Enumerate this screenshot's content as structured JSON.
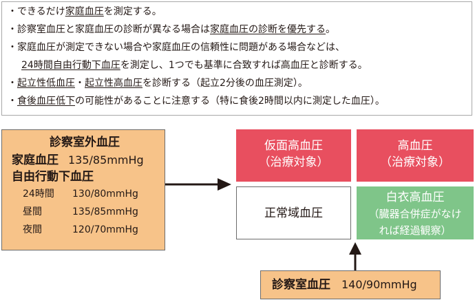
{
  "notes": [
    {
      "bullet": "・",
      "segments": [
        {
          "t": "できるだけ",
          "u": false
        },
        {
          "t": "家庭血圧",
          "u": true
        },
        {
          "t": "を測定する。",
          "u": false
        }
      ]
    },
    {
      "bullet": "・",
      "segments": [
        {
          "t": "診察室血圧と家庭血圧の診断が異なる場合は",
          "u": false
        },
        {
          "t": "家庭血圧の診断を優先する",
          "u": true
        },
        {
          "t": "。",
          "u": false
        }
      ]
    },
    {
      "bullet": "・",
      "segments": [
        {
          "t": "家庭血圧が測定できない場合や家庭血圧の信頼性に問題がある場合などは、",
          "u": false
        }
      ]
    },
    {
      "bullet": "",
      "segments": [
        {
          "t": "24時間自由行動下血圧",
          "u": true
        },
        {
          "t": "を測定し、1つでも基準に合致すれば高血圧と診断する。",
          "u": false
        }
      ]
    },
    {
      "bullet": "・",
      "segments": [
        {
          "t": "起立性低血圧",
          "u": true
        },
        {
          "t": "・",
          "u": false
        },
        {
          "t": "起立性高血圧",
          "u": true
        },
        {
          "t": "を診断する（起立2分後の血圧測定）。",
          "u": false
        }
      ]
    },
    {
      "bullet": "・",
      "segments": [
        {
          "t": "食後血圧低下",
          "u": true
        },
        {
          "t": "の可能性があることに注意する（特に食後2時間以内に測定した血圧）。",
          "u": false
        }
      ]
    }
  ],
  "outside": {
    "title": "診察室外血圧",
    "home_label": "家庭血圧",
    "home_value": "135/85mmHg",
    "abpm_label": "自由行動下血圧",
    "rows": [
      {
        "label": "24時間",
        "value": "130/80mmHg"
      },
      {
        "label": "昼間",
        "value": "135/85mmHg"
      },
      {
        "label": "夜間",
        "value": "120/70mmHg"
      }
    ]
  },
  "quadrants": {
    "masked": {
      "title": "仮面高血圧",
      "sub": "（治療対象）"
    },
    "hypertension": {
      "title": "高血圧",
      "sub": "（治療対象）"
    },
    "normal": {
      "title": "正常域血圧"
    },
    "whitecoat": {
      "title": "白衣高血圧",
      "sub1": "（臓器合併症がなけ",
      "sub2": "れば経過観察）"
    }
  },
  "office": {
    "label": "診察室血圧",
    "value": "140/90mmHg"
  },
  "colors": {
    "red": "#e84f5f",
    "green": "#7fc589",
    "orange": "#f7c389"
  }
}
